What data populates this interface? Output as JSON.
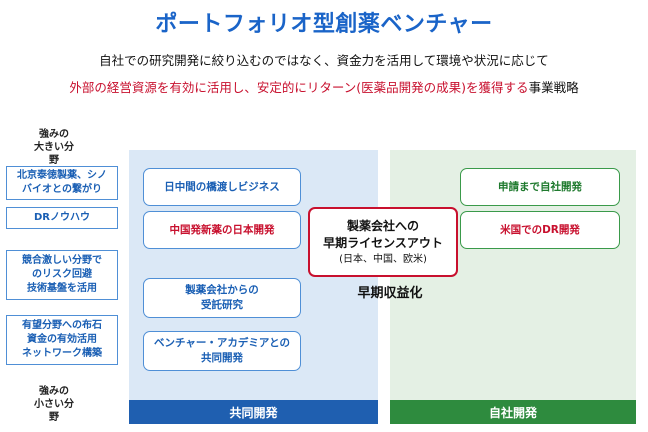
{
  "title": "ポートフォリオ型創薬ベンチャー",
  "description": {
    "line1": "自社での研究開発に絞り込むのではなく、資金力を活用して環境や状況に応じて",
    "line2_red": "外部の経営資源を有効に活用し、安定的にリターン(医薬品開発の成果)を獲得する",
    "line2_black": "事業戦略"
  },
  "axis": {
    "top_label": "強みの\n大きい分野",
    "bottom_label": "強みの\n小さい分野"
  },
  "left_boxes": [
    "北京泰徳製薬、シノ\nバイオとの繋がり",
    "DRノウハウ",
    "競合激しい分野で\nのリスク回避\n技術基盤を活用",
    "有望分野への布石\n資金の有効活用\nネットワーク構築"
  ],
  "joint_cards": [
    "日中間の橋渡しビジネス",
    "中国発新薬の日本開発",
    "製薬会社からの\n受託研究",
    "ベンチャー・アカデミアとの\n共同開発"
  ],
  "own_cards": [
    "申請まで自社開発",
    "米国でのDR開発"
  ],
  "center": {
    "line1": "製薬会社への",
    "line2": "早期ライセンスアウト",
    "line3": "(日本、中国、欧米)"
  },
  "early_profit": "早期収益化",
  "bars": {
    "joint": "共同開発",
    "own": "自社開発"
  },
  "colors": {
    "title_blue": "#1a64c8",
    "accent_red": "#c8102e",
    "joint_bar": "#1f5fb0",
    "own_bar": "#2e8b3e"
  }
}
